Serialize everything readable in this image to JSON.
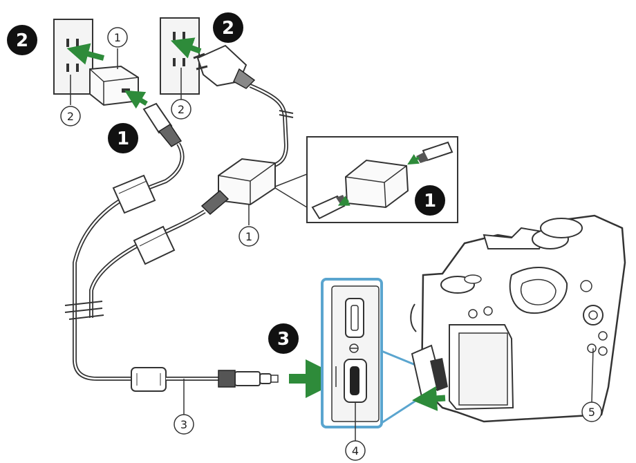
{
  "steps": {
    "s1": "1",
    "s2": "2",
    "s3": "3"
  },
  "callouts": {
    "c1": "1",
    "c2": "2",
    "c3": "3",
    "c4": "4",
    "c5": "5"
  },
  "colors": {
    "arrow": "#2e8b3a",
    "highlight": "#5aa5cf",
    "line": "#333333",
    "step_fill": "#111111"
  }
}
